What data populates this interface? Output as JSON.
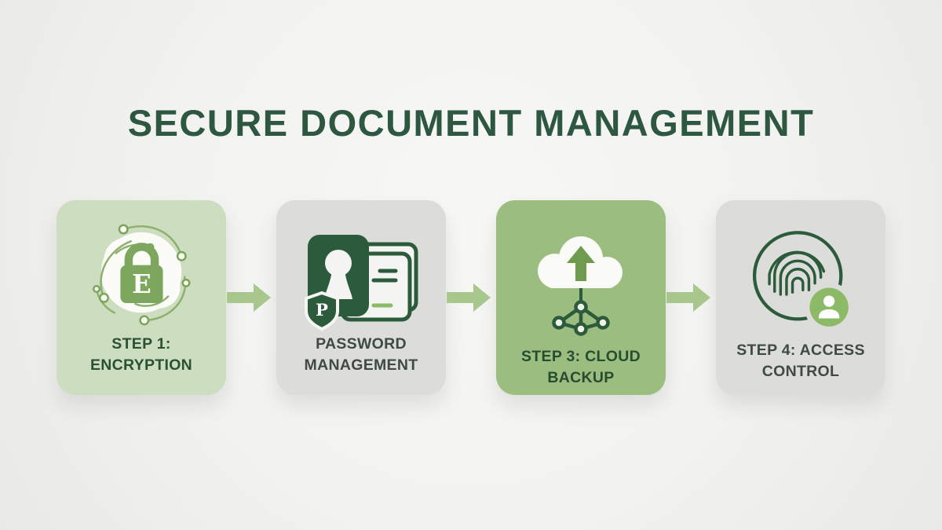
{
  "title": "SECURE DOCUMENT MANAGEMENT",
  "steps": [
    {
      "icon": "encryption-swirl-lock-icon",
      "line1": "STEP 1:",
      "line2": "ENCRYPTION",
      "lock_letter": "E"
    },
    {
      "icon": "password-keyhole-shield-icon",
      "line1": "PASSWORD",
      "line2": "MANAGEMENT",
      "shield_letter": "P"
    },
    {
      "icon": "cloud-upload-network-icon",
      "line1": "STEP 3: CLOUD",
      "line2": "BACKUP"
    },
    {
      "icon": "fingerprint-user-badge-icon",
      "line1": "STEP 4: ACCESS",
      "line2": "CONTROL"
    }
  ],
  "colors": {
    "background": "#f3f3f1",
    "title_text": "#2d5740",
    "card_sage": "#ccddc0",
    "card_gray": "#dcdddb",
    "card_green": "#9cbd80",
    "arrow_green": "#a8c78d",
    "icon_dark_green": "#2c5b3c",
    "icon_mid_green": "#7da75e",
    "badge_green": "#8cba67",
    "label_green_text": "#2b5134",
    "label_gray_text": "#3e4a42"
  }
}
